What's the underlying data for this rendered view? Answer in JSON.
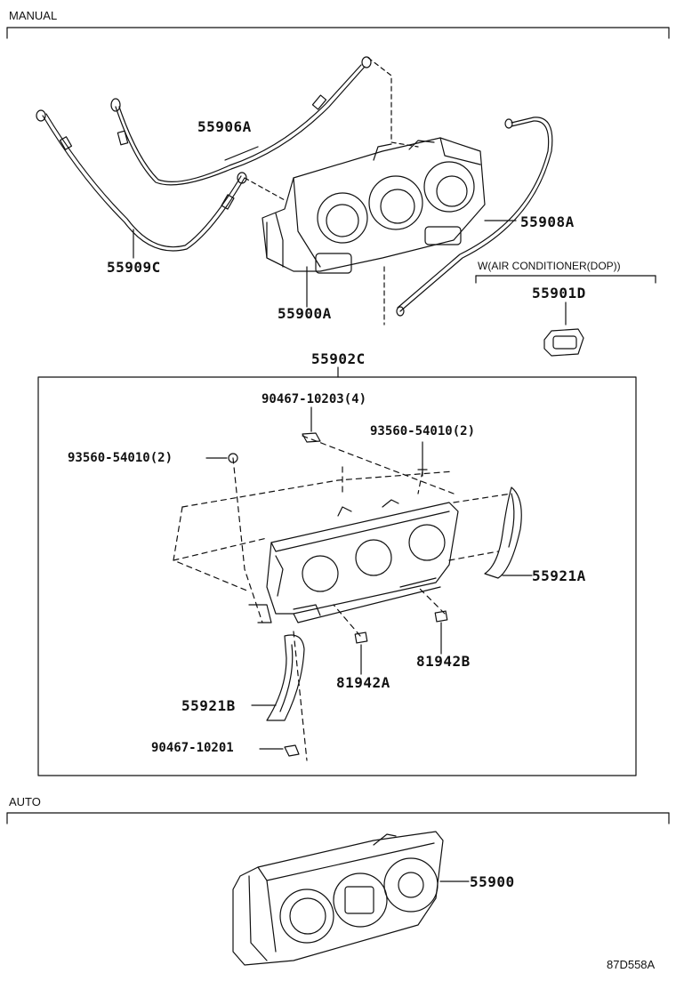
{
  "sections": {
    "manual": "MANUAL",
    "auto": "AUTO"
  },
  "condition_note": "W(AIR CONDITIONER(DOP))",
  "parts": {
    "p55906A": "55906A",
    "p55909C": "55909C",
    "p55908A": "55908A",
    "p55900A": "55900A",
    "p55901D": "55901D",
    "p55902C": "55902C",
    "p90467_10203": "90467-10203(4)",
    "p93560_left": "93560-54010(2)",
    "p93560_right": "93560-54010(2)",
    "p55921A": "55921A",
    "p81942B": "81942B",
    "p81942A": "81942A",
    "p55921B": "55921B",
    "p90467_10201": "90467-10201",
    "p55900": "55900"
  },
  "diagram_code": "87D558A"
}
